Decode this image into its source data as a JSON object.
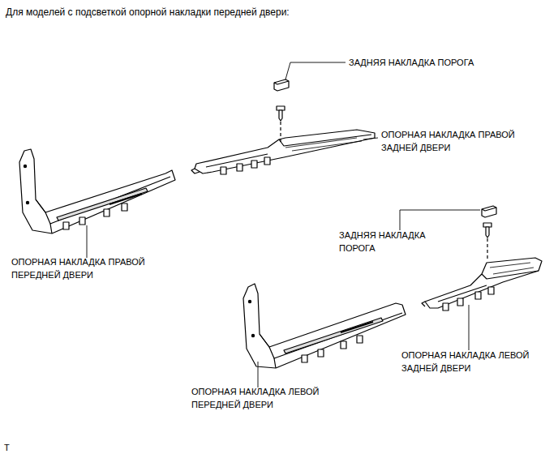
{
  "diagram": {
    "title": "Для моделей с подсветкой опорной накладки передней двери:",
    "labels": [
      "ЗАДНЯЯ НАКЛАДКА ПОРОГА",
      "ОПОРНАЯ НАКЛАДКА ПРАВОЙ ЗАДНЕЙ ДВЕРИ",
      "ЗАДНЯЯ НАКЛАДКА ПОРОГА",
      "ОПОРНАЯ НАКЛАДКА ПРАВОЙ ПЕРЕДНЕЙ ДВЕРИ",
      "ОПОРНАЯ НАКЛАДКА ЛЕВОЙ ЗАДНЕЙ ДВЕРИ",
      "ОПОРНАЯ НАКЛАДКА ЛЕВОЙ ПЕРЕДНЕЙ ДВЕРИ",
      "T"
    ]
  }
}
